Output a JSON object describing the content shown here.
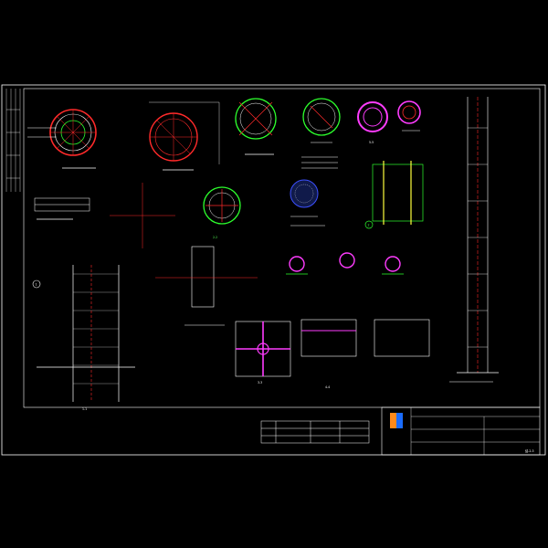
{
  "drawing": {
    "sheet_no": "结-2-3"
  },
  "colors": {
    "background": "#000000",
    "frame": "#ffffff",
    "red": "#ff2a2a",
    "green": "#2dff2d",
    "magenta": "#ff3cff",
    "yellow": "#ffff3c",
    "cyan": "#28ffff",
    "blue": "#3c50ff",
    "logo_orange": "#ff8a1a",
    "logo_blue": "#1a6cff"
  },
  "icons": {
    "logo": "company-logo-icon",
    "callout": "circle-callout-icon"
  },
  "sections": {
    "s11": "1-1",
    "s22": "2-2",
    "s33": "3-3",
    "s44": "4-4",
    "s55": "5-5"
  },
  "callouts": {
    "c1": "1",
    "c2": "2"
  },
  "table": {
    "rows": [
      [
        "",
        "",
        "",
        ""
      ],
      [
        "",
        "",
        "",
        ""
      ],
      [
        "",
        "",
        "",
        ""
      ]
    ]
  }
}
